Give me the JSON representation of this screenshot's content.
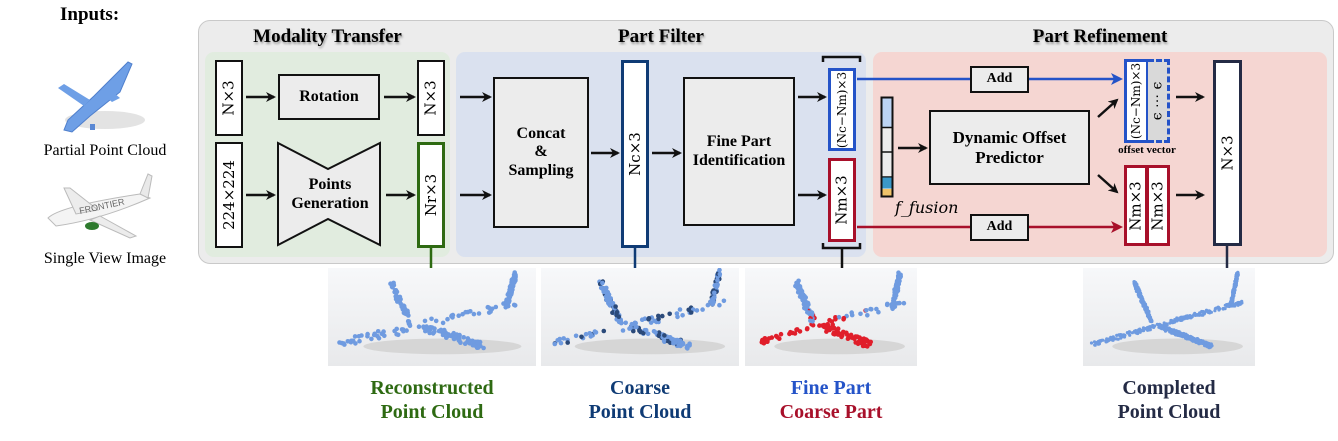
{
  "inputs": {
    "title": "Inputs:",
    "partial_point_cloud_caption": "Partial Point Cloud",
    "single_view_image_caption": "Single View Image",
    "image_text": "FRONTIER"
  },
  "sections": {
    "modality_transfer": {
      "title": "Modality Transfer",
      "input_top": "N×3",
      "input_bottom": "224×224",
      "rotation": "Rotation",
      "points_generation": [
        "Points",
        "Generation"
      ],
      "output_top": "N×3",
      "output_bottom": "Nr×3"
    },
    "part_filter": {
      "title": "Part Filter",
      "concat": [
        "Concat",
        "&",
        "Sampling"
      ],
      "coarse_tensor": "Nc×3",
      "fine_part": [
        "Fine Part",
        "Identification"
      ],
      "fine_tensor": "(Nc−Nm)×3",
      "coarse_part_tensor": "Nm×3"
    },
    "part_refinement": {
      "title": "Part Refinement",
      "add_top": "Add",
      "add_bottom": "Add",
      "predictor": [
        "Dynamic Offset",
        "Predictor"
      ],
      "fusion_label": "f_fusion",
      "out_fine": "(Nc−Nm)×3",
      "offset_vector_symbols": "ϵ ⋯ ϵ",
      "offset_vector_label": "offset vector",
      "out_coarse_a": "Nm×3",
      "out_coarse_b": "Nm×3",
      "final_tensor": "N×3"
    }
  },
  "results": {
    "reconstructed": [
      "Reconstructed",
      "Point Cloud"
    ],
    "coarse": [
      "Coarse",
      "Point Cloud"
    ],
    "fine_part": "Fine Part",
    "coarse_part": "Coarse Part",
    "completed": [
      "Completed",
      "Point Cloud"
    ]
  },
  "colors": {
    "green": "#2e6a12",
    "navy": "#0f3b75",
    "blue": "#2453c8",
    "red": "#a8102a",
    "dark": "#242b45",
    "point_blue": "#6f9be0",
    "point_red": "#e01e2a"
  }
}
